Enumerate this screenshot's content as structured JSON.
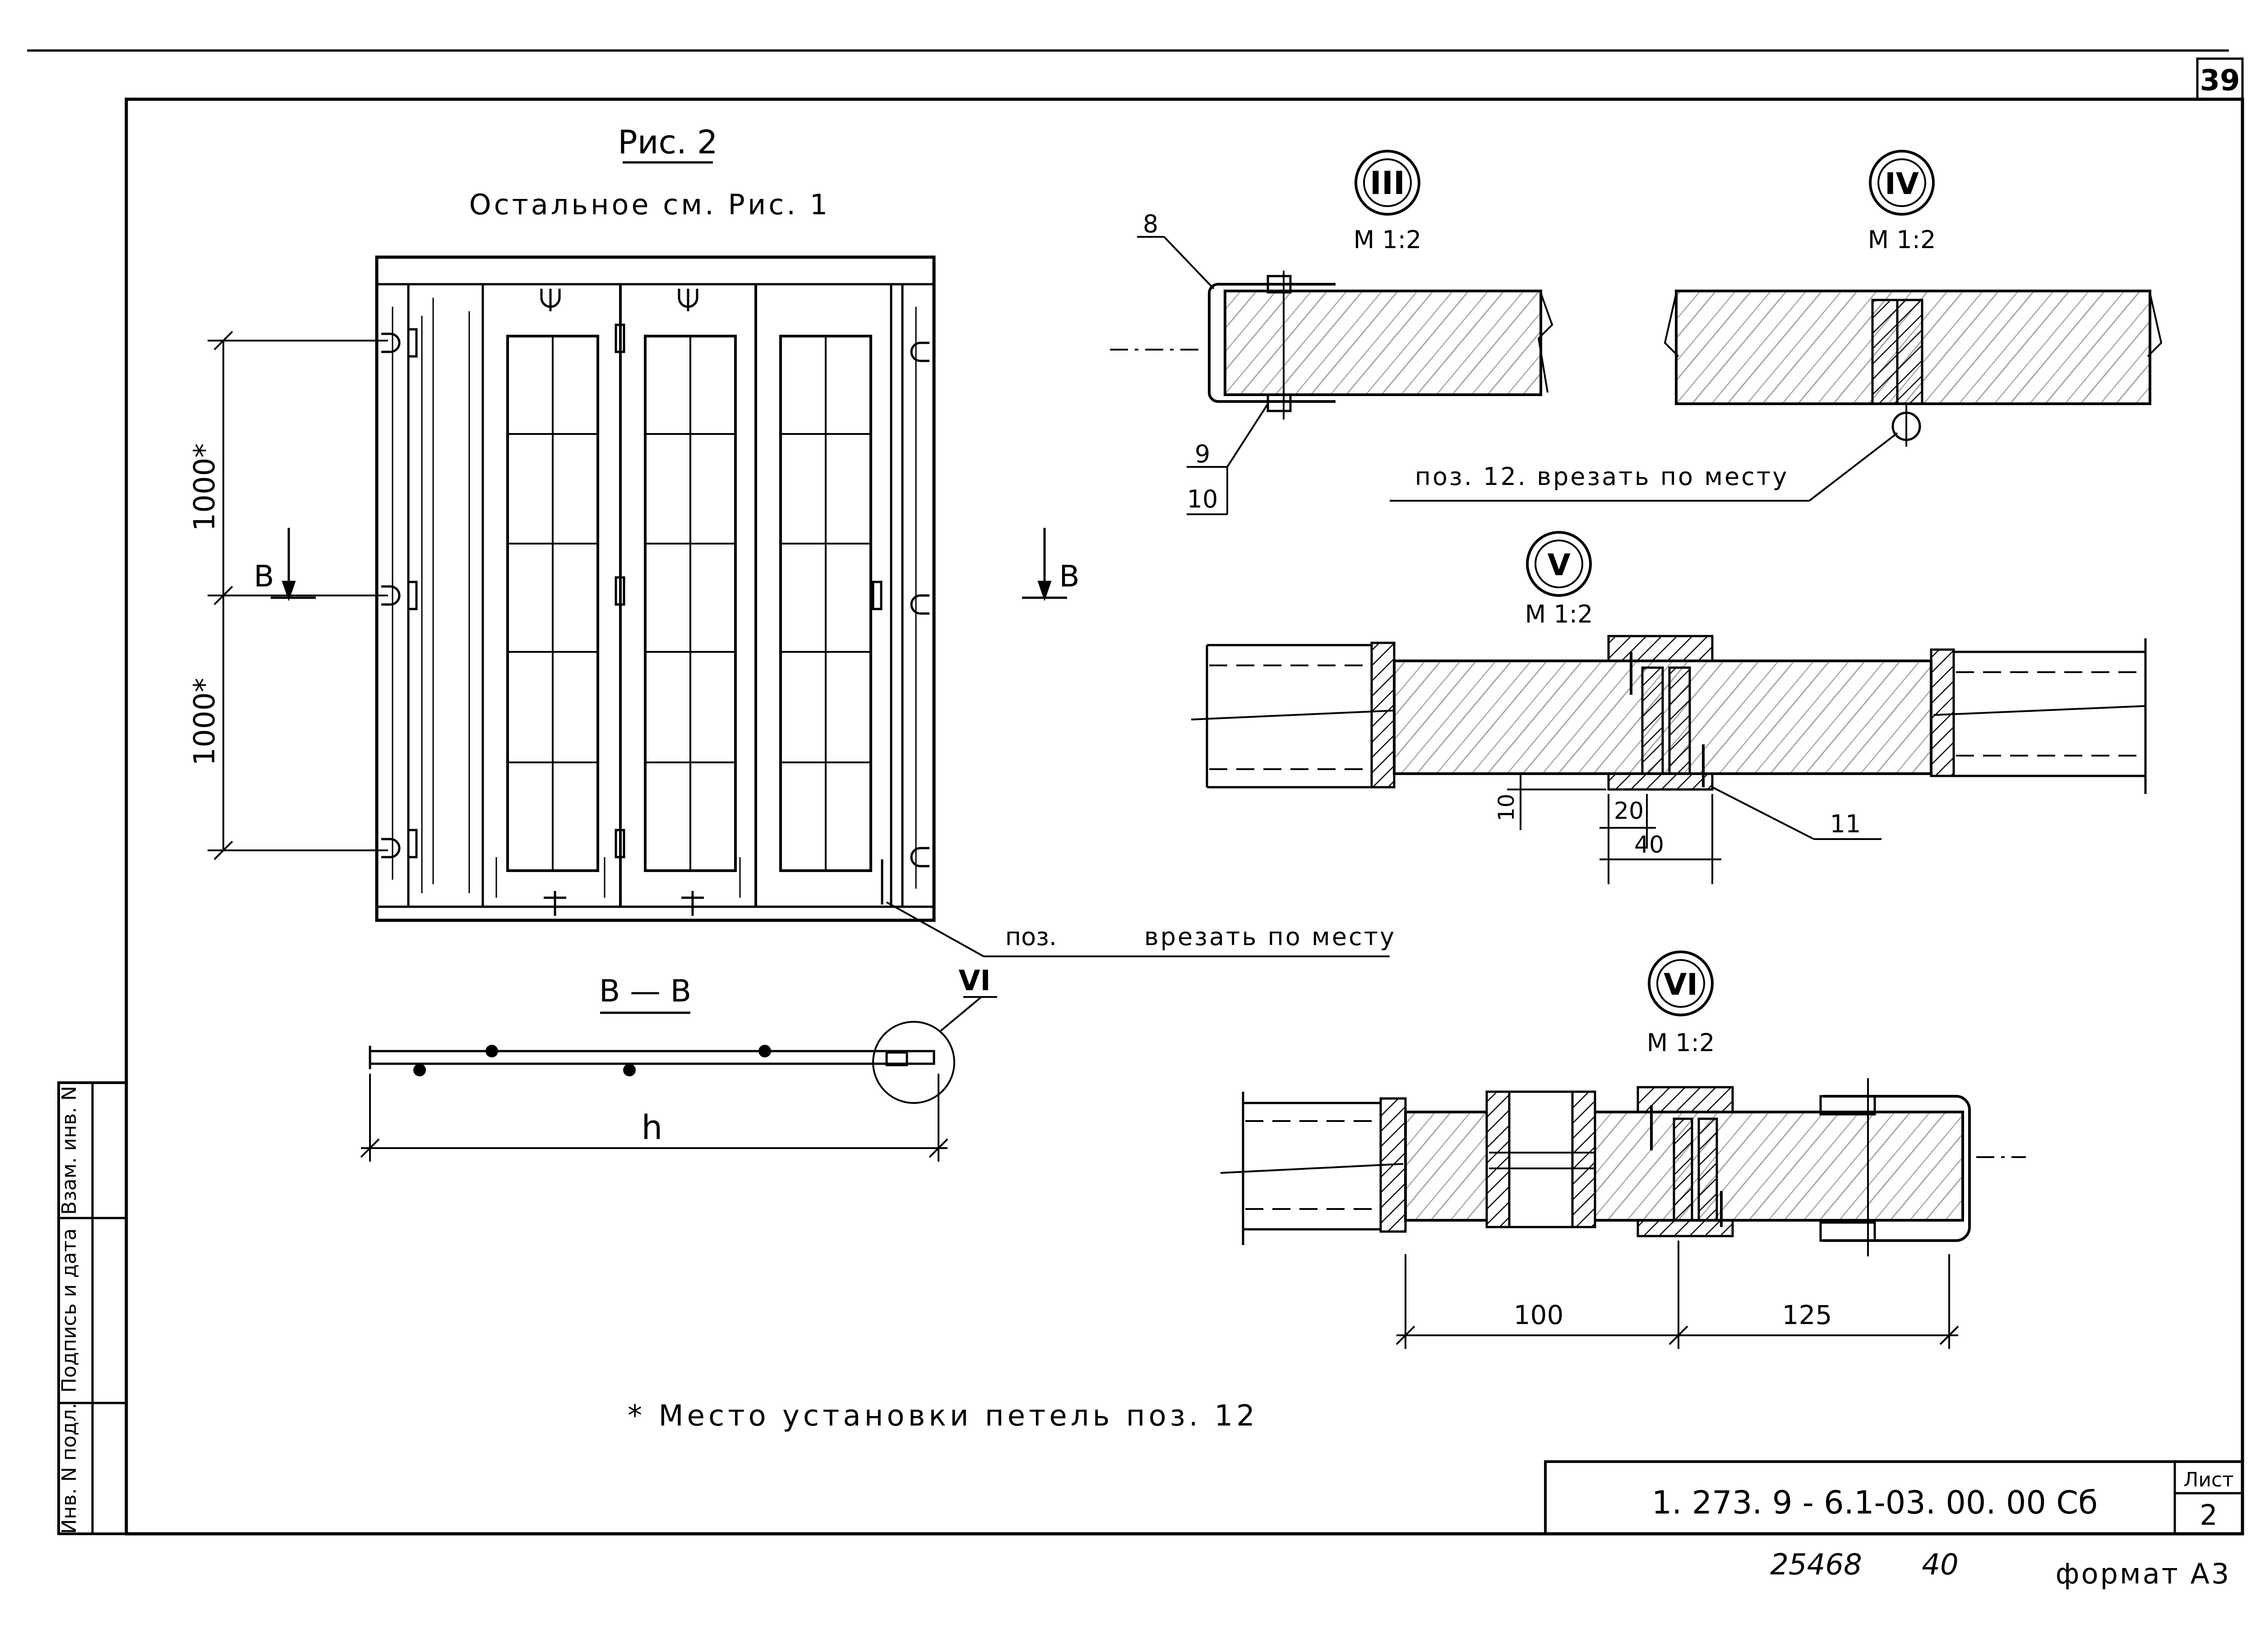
{
  "sheet_number": "39",
  "figure": {
    "title": "Рис. 2",
    "subtitle": "Остальное см. Рис. 1",
    "dim_upper": "1000*",
    "dim_lower": "1000*",
    "section_mark_left": "В",
    "section_mark_right": "В",
    "callout_text_prefix": "поз.",
    "callout_text": "врезать по месту"
  },
  "section": {
    "title": "В — В",
    "dim_label": "h",
    "detail_ref": "VI"
  },
  "details": {
    "d3": {
      "num": "III",
      "scale": "М 1:2",
      "pos_a": "8",
      "pos_b": "9",
      "pos_c": "10"
    },
    "d4": {
      "num": "IV",
      "scale": "М 1:2",
      "note": "поз. 12. врезать по месту"
    },
    "d5": {
      "num": "V",
      "scale": "М 1:2",
      "dim_10": "10",
      "dim_20": "20",
      "dim_40": "40",
      "pos": "11"
    },
    "d6": {
      "num": "VI",
      "scale": "М 1:2",
      "dim_100": "100",
      "dim_125": "125"
    }
  },
  "footnote": "* Место установки петель поз. 12",
  "side_stamp": {
    "col1": "Инв. N подл.",
    "col2": "Подпись и дата",
    "col3": "Взам. инв. N"
  },
  "title_block": {
    "doc_code": "1. 273. 9 - 6.1-03. 00. 00 Сб",
    "sheet_label": "Лист",
    "sheet_value": "2"
  },
  "bottom": {
    "handwritten_1": "25468",
    "handwritten_2": "40",
    "format": "формат А3"
  }
}
